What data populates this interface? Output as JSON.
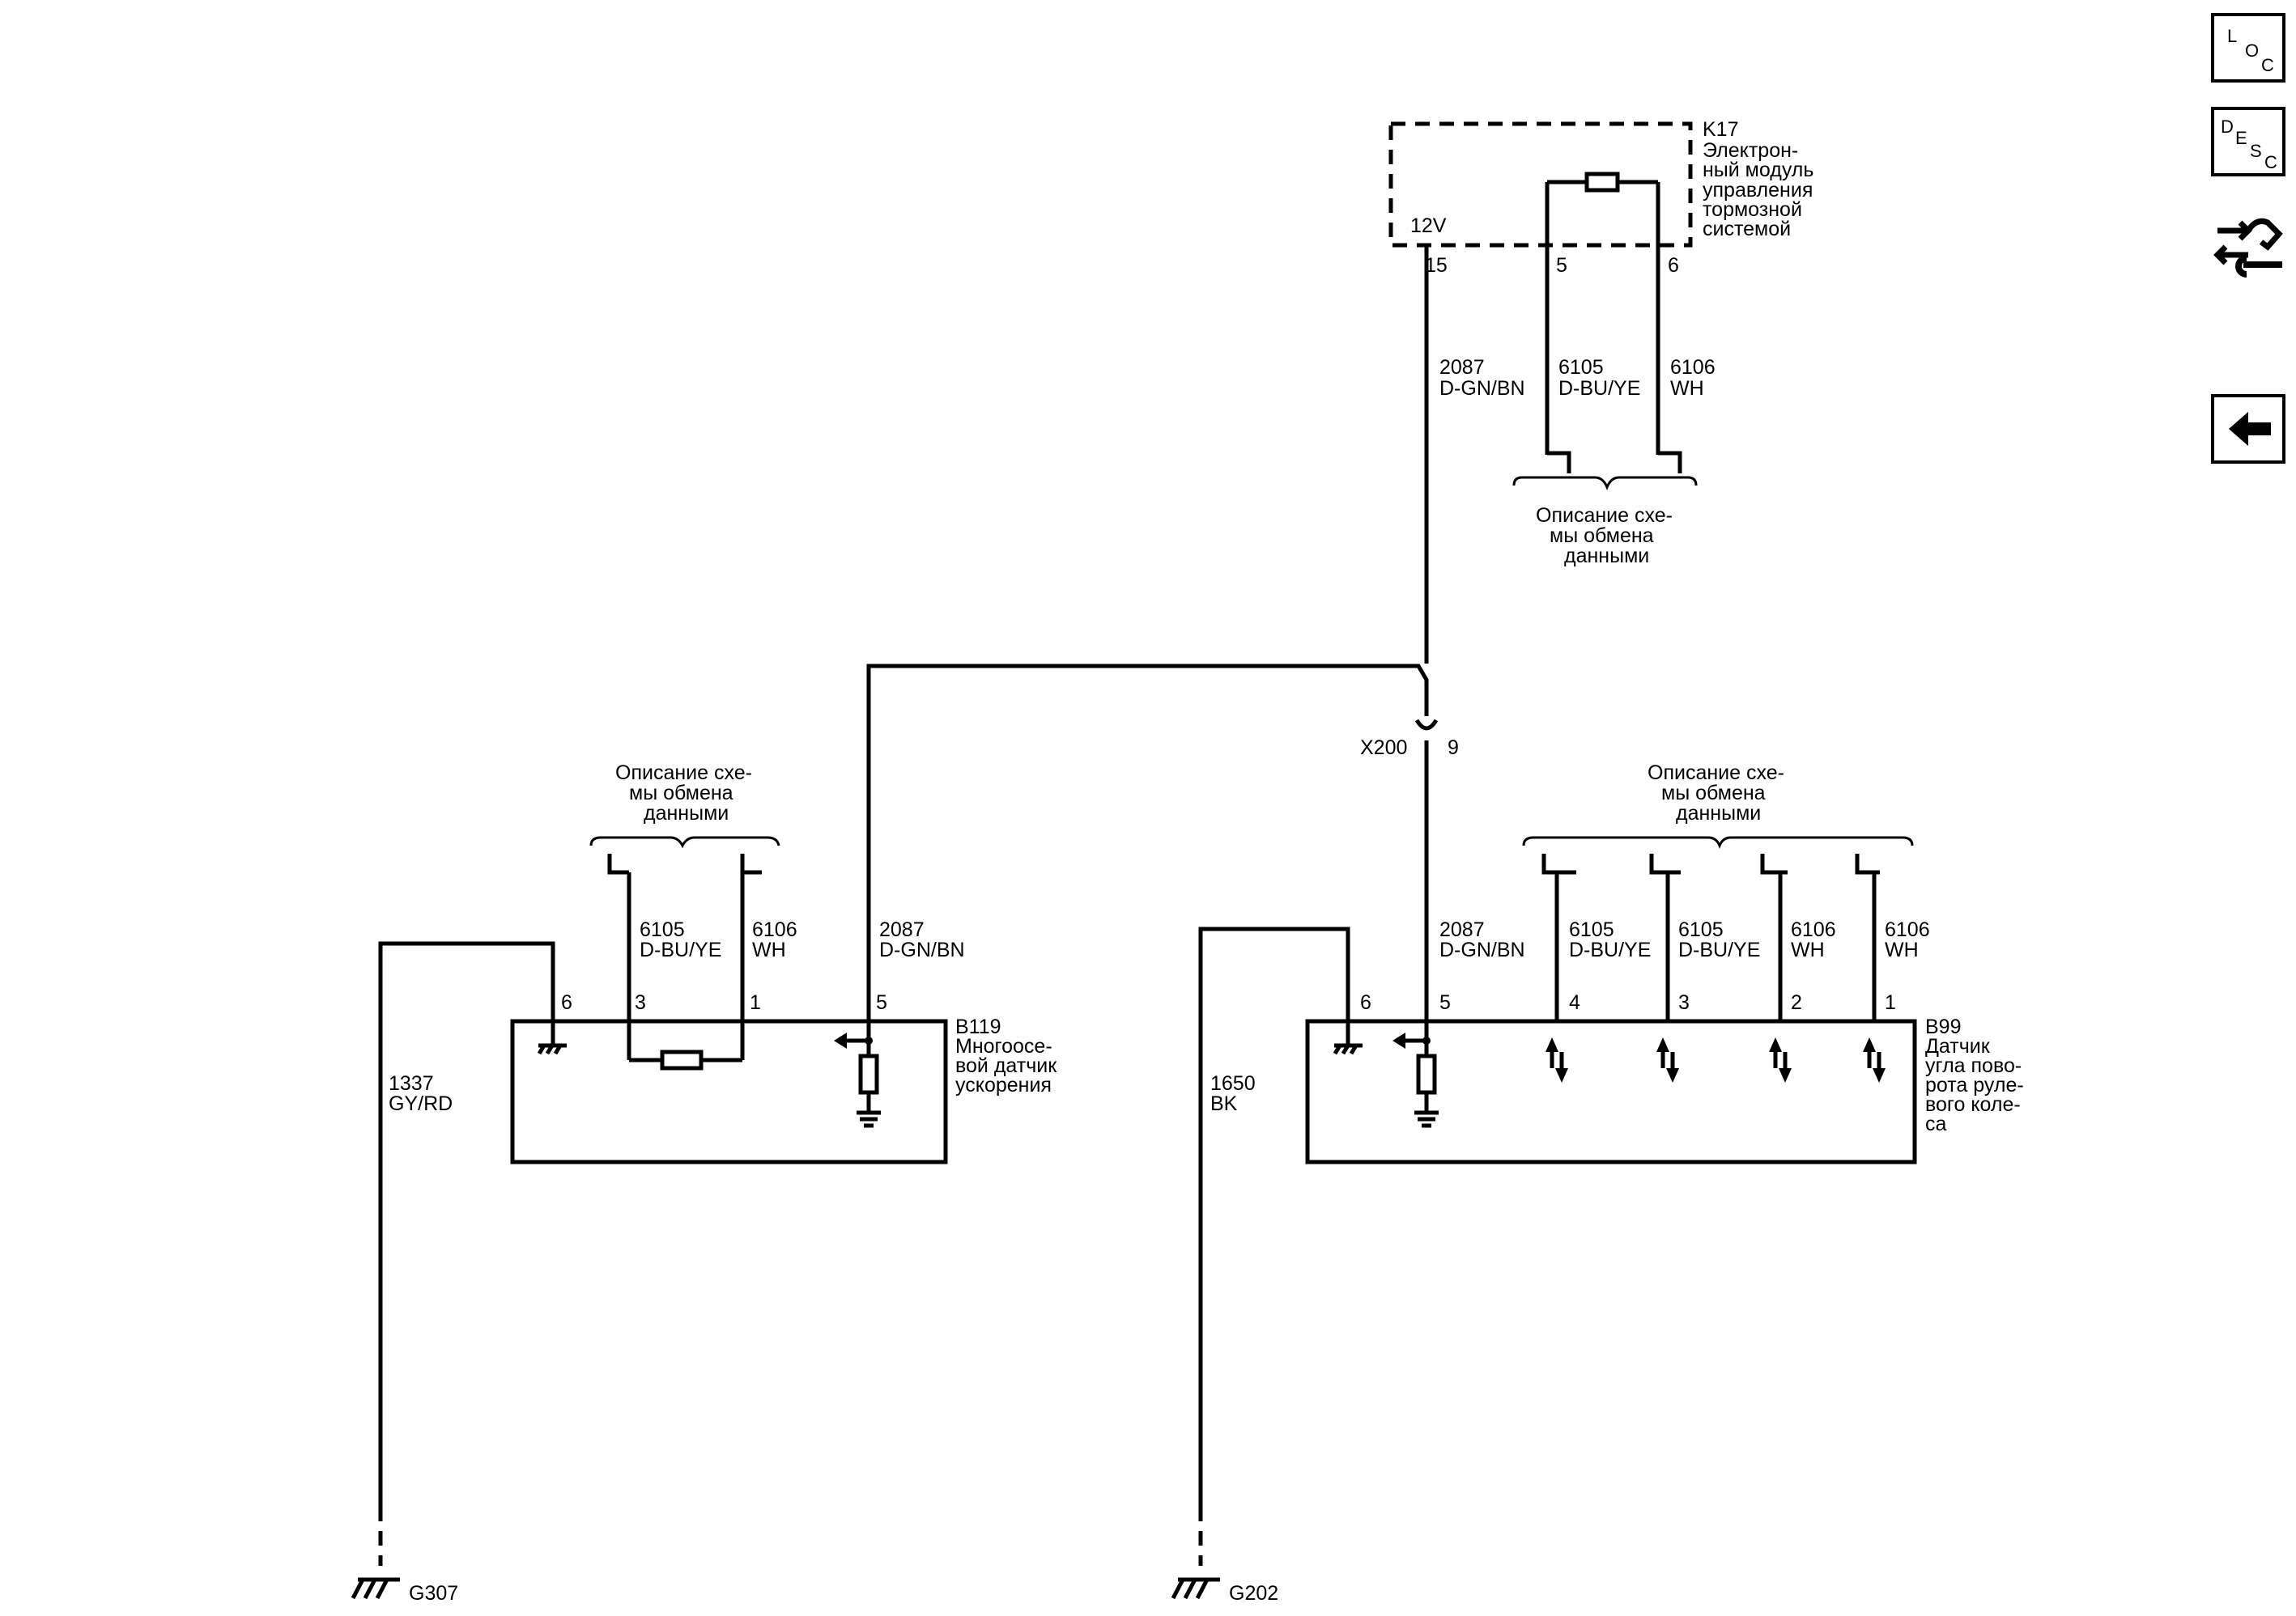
{
  "side_buttons": {
    "loc": {
      "l1": "L",
      "l2": "O",
      "l3": "C"
    },
    "desc": {
      "l1": "D",
      "l2": "E",
      "l3": "S",
      "l4": "C"
    },
    "connector_icon": "connector-wrench-icon",
    "back_icon": "back-arrow-icon"
  },
  "k17": {
    "id": "K17",
    "name_lines": [
      "Электрон-",
      "ный модуль",
      "управления",
      "тормозной",
      "системой"
    ],
    "voltage": "12V",
    "pins": [
      "15",
      "5",
      "6"
    ]
  },
  "wires_top": [
    {
      "circuit": "2087",
      "color": "D-GN/BN"
    },
    {
      "circuit": "6105",
      "color": "D-BU/YE"
    },
    {
      "circuit": "6106",
      "color": "WH"
    }
  ],
  "data_link_label": [
    "Описание схе-",
    "мы обмена",
    "данными"
  ],
  "x200": {
    "id": "X200",
    "pin": "9"
  },
  "b119": {
    "id": "B119",
    "name_lines": [
      "Многоосе-",
      "вой датчик",
      "ускорения"
    ],
    "pins": [
      "6",
      "3",
      "1",
      "5"
    ],
    "wires": [
      {
        "circuit": "6105",
        "color": "D-BU/YE"
      },
      {
        "circuit": "6106",
        "color": "WH"
      },
      {
        "circuit": "2087",
        "color": "D-GN/BN"
      }
    ],
    "ground_wire": {
      "circuit": "1337",
      "color": "GY/RD"
    },
    "ground": "G307"
  },
  "b99": {
    "id": "B99",
    "name_lines": [
      "Датчик",
      "угла пово-",
      "рота руле-",
      "вого коле-",
      "са"
    ],
    "pins": [
      "6",
      "5",
      "4",
      "3",
      "2",
      "1"
    ],
    "wires": [
      {
        "circuit": "2087",
        "color": "D-GN/BN"
      },
      {
        "circuit": "6105",
        "color": "D-BU/YE"
      },
      {
        "circuit": "6105",
        "color": "D-BU/YE"
      },
      {
        "circuit": "6106",
        "color": "WH"
      },
      {
        "circuit": "6106",
        "color": "WH"
      }
    ],
    "ground_wire": {
      "circuit": "1650",
      "color": "BK"
    },
    "ground": "G202"
  }
}
